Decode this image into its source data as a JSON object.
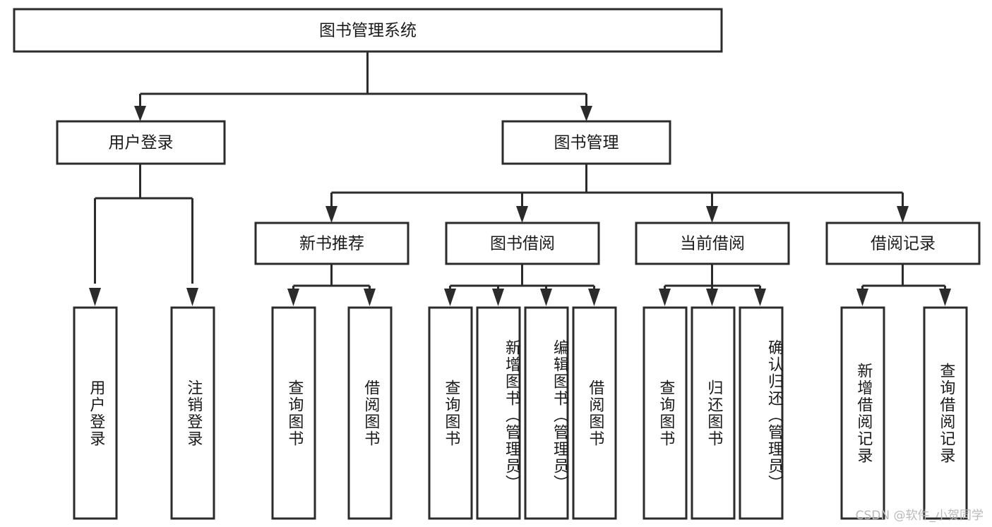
{
  "diagram": {
    "title": "图书管理系统",
    "type": "tree-structure-chart",
    "root": {
      "id": "root",
      "label": "图书管理系统"
    },
    "level2": [
      {
        "id": "user-login",
        "label": "用户登录"
      },
      {
        "id": "book-manage",
        "label": "图书管理"
      }
    ],
    "level3": [
      {
        "id": "new-book-rec",
        "label": "新书推荐",
        "parent": "book-manage"
      },
      {
        "id": "book-borrow",
        "label": "图书借阅",
        "parent": "book-manage"
      },
      {
        "id": "current-borrow",
        "label": "当前借阅",
        "parent": "book-manage"
      },
      {
        "id": "borrow-record",
        "label": "借阅记录",
        "parent": "book-manage"
      }
    ],
    "leaves": {
      "user-login": [
        {
          "id": "leaf-user-login",
          "label": "用户登录"
        },
        {
          "id": "leaf-logout",
          "label": "注销登录"
        }
      ],
      "new-book-rec": [
        {
          "id": "leaf-query-book-1",
          "label": "查询图书"
        },
        {
          "id": "leaf-borrow-book-1",
          "label": "借阅图书"
        }
      ],
      "book-borrow": [
        {
          "id": "leaf-query-book-2",
          "label": "查询图书"
        },
        {
          "id": "leaf-add-book",
          "label": "新增图书（管理员）"
        },
        {
          "id": "leaf-edit-book",
          "label": "编辑图书（管理员）"
        },
        {
          "id": "leaf-borrow-book-2",
          "label": "借阅图书"
        }
      ],
      "current-borrow": [
        {
          "id": "leaf-query-book-3",
          "label": "查询图书"
        },
        {
          "id": "leaf-return-book",
          "label": "归还图书"
        },
        {
          "id": "leaf-confirm-return",
          "label": "确认归还（管理员）"
        }
      ],
      "borrow-record": [
        {
          "id": "leaf-add-record",
          "label": "新增借阅记录"
        },
        {
          "id": "leaf-query-record",
          "label": "查询借阅记录"
        }
      ]
    }
  },
  "watermark": {
    "text": "CSDN @软件_小贺同学"
  },
  "colors": {
    "background": "#ffffff",
    "box_fill": "#ffffff",
    "box_stroke": "#2b2b2b",
    "text": "#1a1a1a",
    "watermark": "#b9b9b9"
  }
}
